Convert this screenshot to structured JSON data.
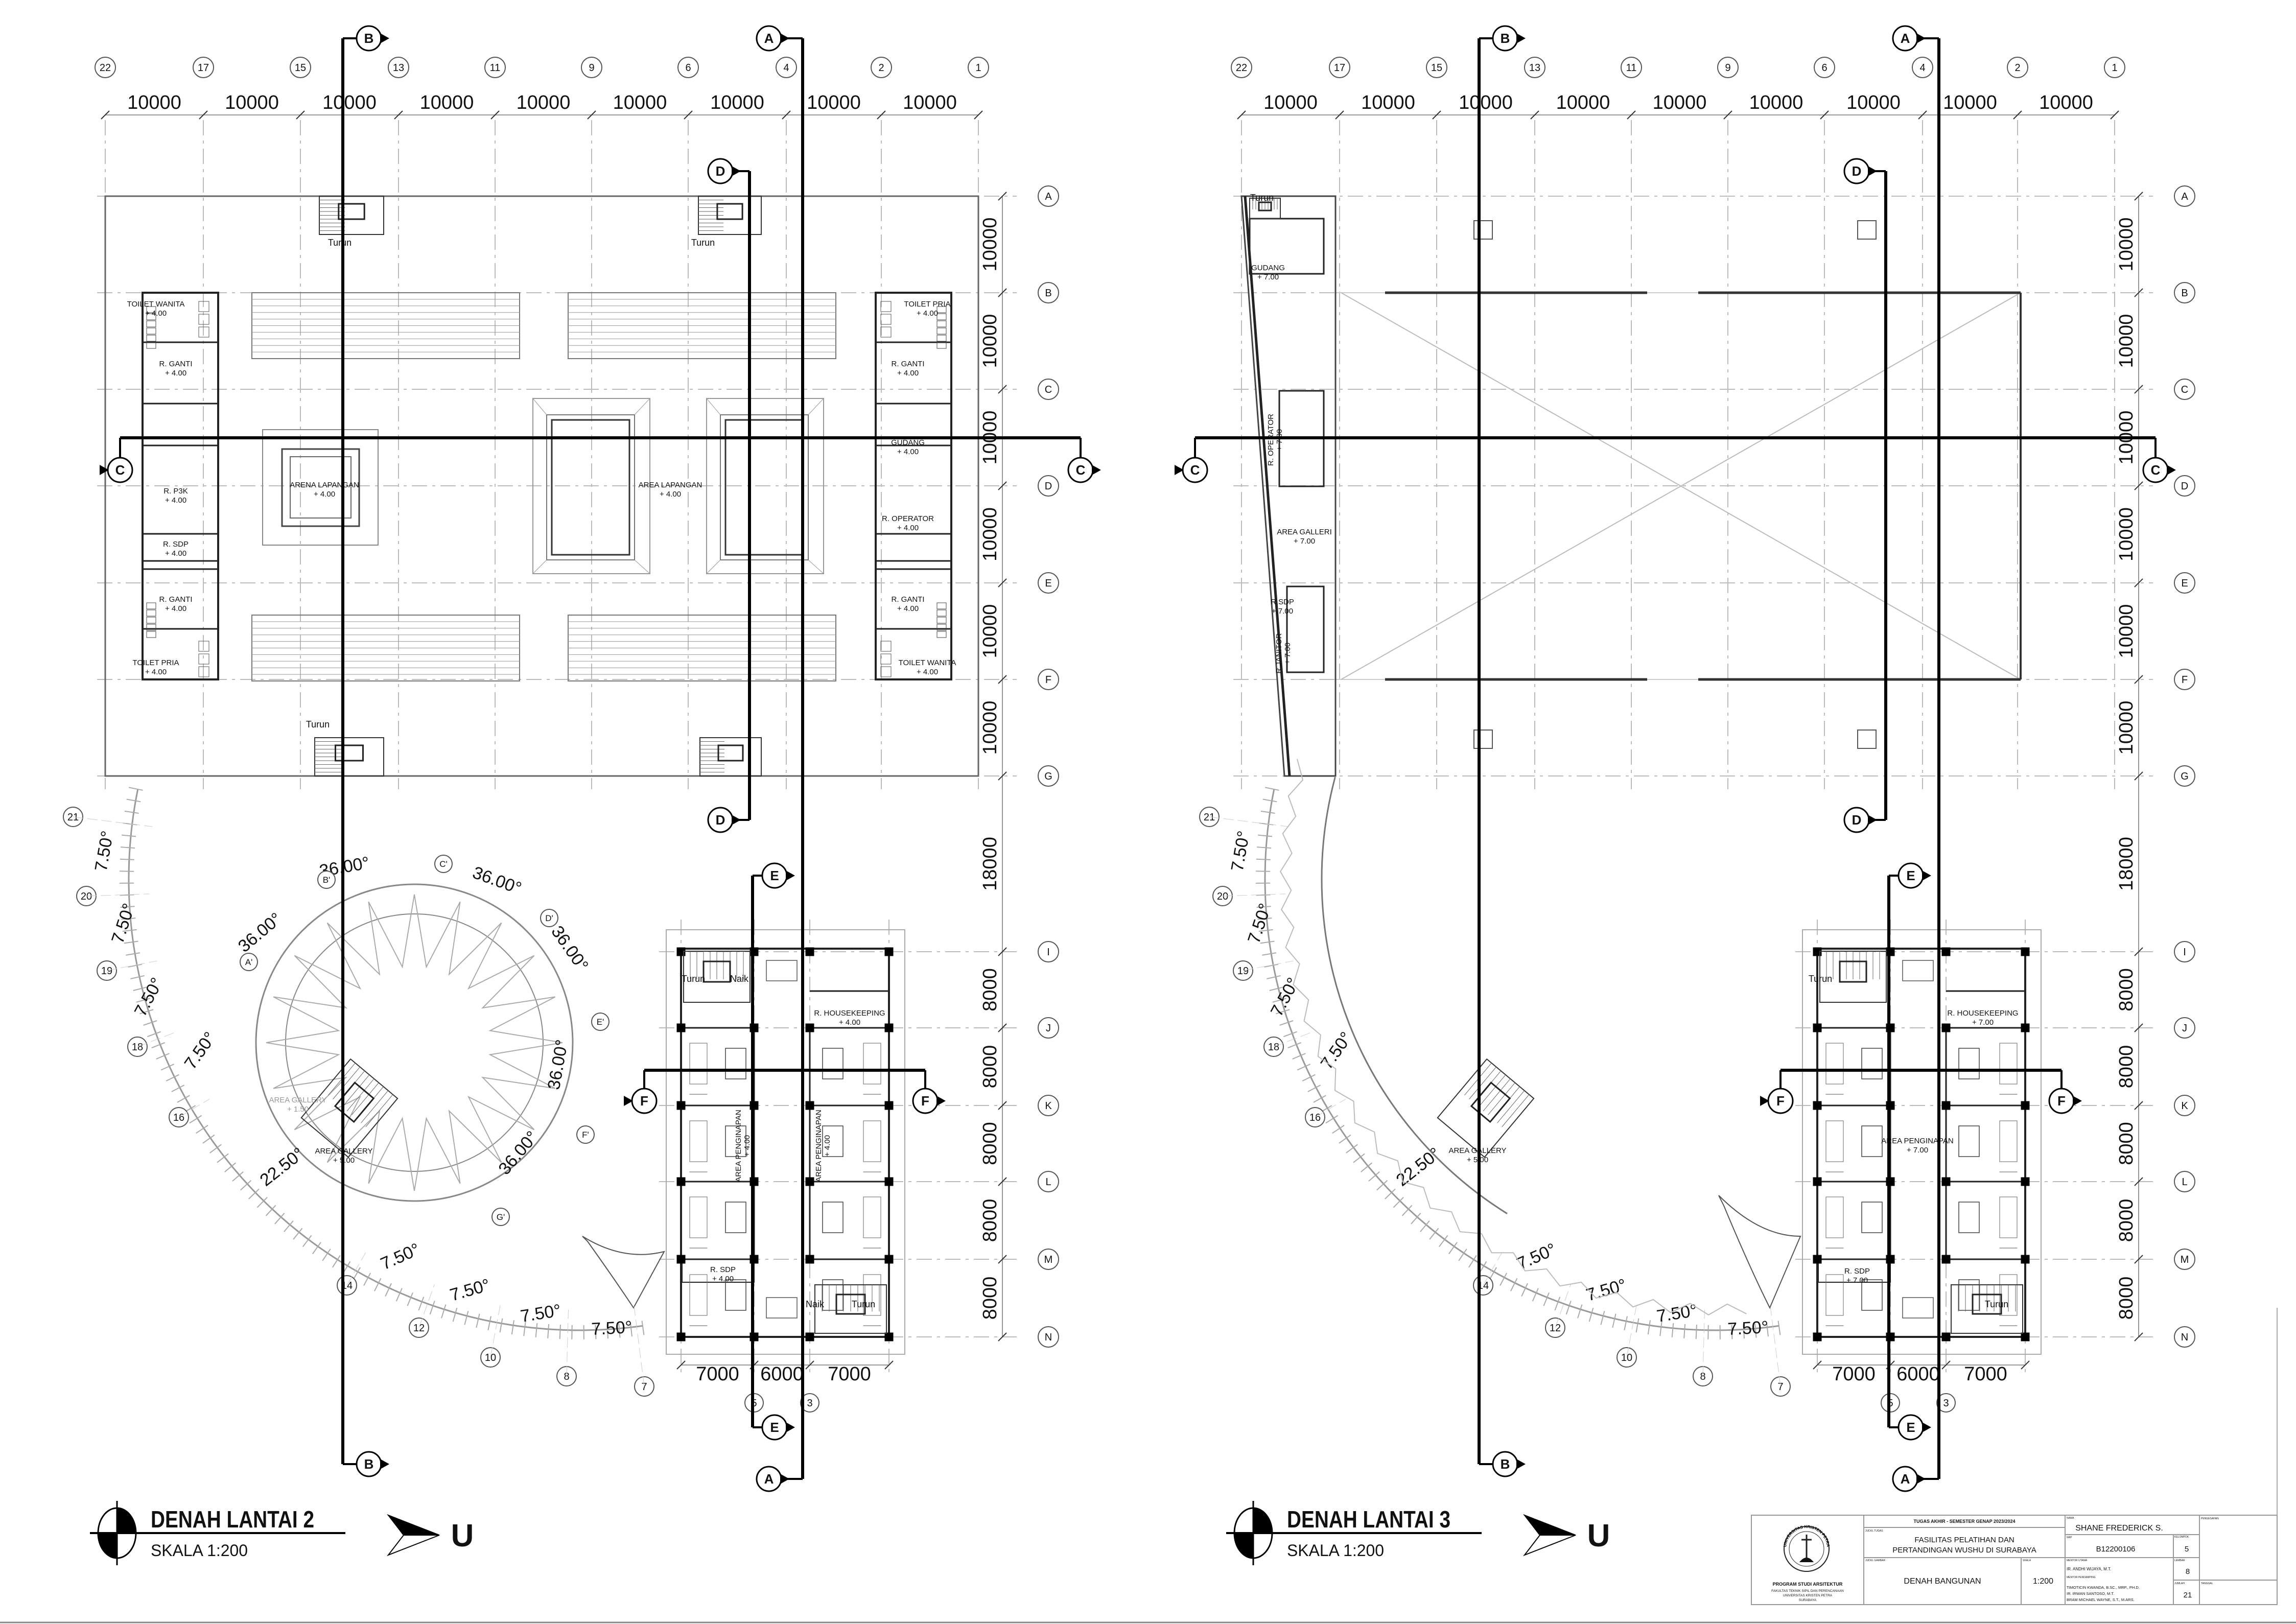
{
  "plans": [
    {
      "title": "DENAH LANTAI 2",
      "scale": "SKALA 1:200",
      "north": "U",
      "grid_columns": [
        "22",
        "17",
        "15",
        "13",
        "11",
        "9",
        "6",
        "4",
        "2",
        "1"
      ],
      "column_dims": [
        "10000",
        "10000",
        "10000",
        "10000",
        "10000",
        "10000",
        "10000",
        "10000",
        "10000"
      ],
      "grid_rows": [
        "A",
        "B",
        "C",
        "D",
        "E",
        "F",
        "G",
        "I",
        "J",
        "K",
        "L",
        "M",
        "N"
      ],
      "row_dims": [
        "10000",
        "10000",
        "10000",
        "10000",
        "10000",
        "10000",
        "18000",
        "8000",
        "8000",
        "8000",
        "8000",
        "8000"
      ],
      "guest_columns": [
        "5",
        "3"
      ],
      "guest_dims": [
        "7000",
        "6000",
        "7000"
      ],
      "radial_grid": [
        "21",
        "20",
        "19",
        "18",
        "16",
        "14",
        "12",
        "10",
        "8",
        "7"
      ],
      "angles": [
        "7.50°",
        "7.50°",
        "7.50°",
        "7.50°",
        "22.50°",
        "7.50°",
        "7.50°",
        "7.50°",
        "7.50°"
      ],
      "circle_angles": [
        "36.00°",
        "36.00°",
        "36.00°",
        "36.00°",
        "36.00°",
        "36.00°"
      ],
      "circle_axes": [
        "A'",
        "B'",
        "C'",
        "D'",
        "E'",
        "F'",
        "G'"
      ],
      "sections": [
        "B",
        "A",
        "D",
        "E",
        "C",
        "F"
      ],
      "rooms": [
        {
          "name": "TOILET WANITA",
          "level": "+ 4.00"
        },
        {
          "name": "R. GANTI",
          "level": "+ 4.00"
        },
        {
          "name": "R. P3K",
          "level": "+ 4.00"
        },
        {
          "name": "R. SDP",
          "level": "+ 4.00"
        },
        {
          "name": "R. GANTI",
          "level": "+ 4.00"
        },
        {
          "name": "TOILET PRIA",
          "level": "+ 4.00"
        },
        {
          "name": "TOILET PRIA",
          "level": "+ 4.00"
        },
        {
          "name": "R. GANTI",
          "level": "+ 4.00"
        },
        {
          "name": "GUDANG",
          "level": "+ 4.00"
        },
        {
          "name": "R. OPERATOR",
          "level": "+ 4.00"
        },
        {
          "name": "R. GANTI",
          "level": "+ 4.00"
        },
        {
          "name": "TOILET WANITA",
          "level": "+ 4.00"
        },
        {
          "name": "ARENA LAPANGAN",
          "level": "+ 4.00"
        },
        {
          "name": "AREA LAPANGAN",
          "level": "+ 4.00"
        },
        {
          "name": "R. HOUSEKEEPING",
          "level": "+ 4.00"
        },
        {
          "name": "AREA PENGINAPAN",
          "level": "+ 4.00"
        },
        {
          "name": "AREA PENGINAPAN",
          "level": "+ 4.00"
        },
        {
          "name": "R. SDP",
          "level": "+ 4.00"
        },
        {
          "name": "AREA GALLERY",
          "level": "+ 1.50"
        },
        {
          "name": "AREA GALLERY",
          "level": "+ 5.00"
        }
      ],
      "stair_labels": [
        "Turun",
        "Turun",
        "Turun",
        "Turun",
        "Naik",
        "Naik",
        "Turun"
      ]
    },
    {
      "title": "DENAH LANTAI 3",
      "scale": "SKALA 1:200",
      "north": "U",
      "grid_columns": [
        "22",
        "17",
        "15",
        "13",
        "11",
        "9",
        "6",
        "4",
        "2",
        "1"
      ],
      "column_dims": [
        "10000",
        "10000",
        "10000",
        "10000",
        "10000",
        "10000",
        "10000",
        "10000",
        "10000"
      ],
      "grid_rows": [
        "A",
        "B",
        "C",
        "D",
        "E",
        "F",
        "G",
        "I",
        "J",
        "K",
        "L",
        "M",
        "N"
      ],
      "row_dims": [
        "10000",
        "10000",
        "10000",
        "10000",
        "10000",
        "10000",
        "18000",
        "8000",
        "8000",
        "8000",
        "8000",
        "8000"
      ],
      "guest_columns": [
        "5",
        "3"
      ],
      "guest_dims": [
        "7000",
        "6000",
        "7000"
      ],
      "radial_grid": [
        "21",
        "20",
        "19",
        "18",
        "16",
        "14",
        "12",
        "10",
        "8",
        "7"
      ],
      "angles": [
        "7.50°",
        "7.50°",
        "7.50°",
        "7.50°",
        "22.50°",
        "7.50°",
        "7.50°",
        "7.50°",
        "7.50°"
      ],
      "sections": [
        "B",
        "A",
        "D",
        "E",
        "C",
        "F"
      ],
      "rooms": [
        {
          "name": "GUDANG",
          "level": "+ 7.00"
        },
        {
          "name": "R. OPERATOR",
          "level": "+ 7.00"
        },
        {
          "name": "AREA GALLERI",
          "level": "+ 7.00"
        },
        {
          "name": "R.SDP",
          "level": "+ 7.00"
        },
        {
          "name": "R.JANITOR",
          "level": "+ 7.00"
        },
        {
          "name": "R. HOUSEKEEPING",
          "level": "+ 7.00"
        },
        {
          "name": "AREA PENGINAPAN",
          "level": "+ 7.00"
        },
        {
          "name": "R. SDP",
          "level": "+ 7.00"
        },
        {
          "name": "AREA GALLERY",
          "level": "+ 5.00"
        }
      ],
      "stair_labels": [
        "Turun",
        "Turun",
        "Turun"
      ]
    }
  ],
  "title_block": {
    "header": "TUGAS AKHIR - SEMESTER GENAP 2023/2024",
    "judul_tugas_label": "JUDUL TUGAS",
    "judul_tugas": [
      "FASILITAS PELATIHAN DAN",
      "PERTANDINGAN WUSHU DI SURABAYA"
    ],
    "judul_gambar_label": "JUDUL GAMBAR",
    "judul_gambar": "DENAH BANGUNAN",
    "skala_label": "SKALA",
    "skala": "1:200",
    "nama_label": "NAMA",
    "nama": "SHANE FREDERICK S.",
    "nrp_label": "NRP",
    "nrp": "B12200106",
    "kelompok_label": "KELOMPOK",
    "kelompok": "5",
    "mentor_utama_label": "MENTOR UTAMA",
    "mentor_utama": "IR. ANDHI WIJAYA, M.T.",
    "mentor_pendamping_label": "MENTOR PENDAMPING",
    "mentor_pendamping": [
      "TIMOTICIN KWANDA, B.SC., MRP., PH.D.",
      "IR. IRWAN SANTOSO, M.T.",
      "BRAM MICHAEL WAYNE, S.T., M.ARS."
    ],
    "lembar_label": "LEMBAR",
    "lembar": "8",
    "jumlah_label": "JUMLAH",
    "jumlah": "21",
    "pengesahan_label": "PENGESAHAN",
    "tanggal_label": "TANGGAL",
    "logo_text": "UNIVERSITAS KRISTEN PETRA",
    "program": "PROGRAM STUDI ARSITEKTUR",
    "faculty": [
      "FAKULTAS TEKNIK SIPIL DAN PERENCANAAN",
      "UNIVERSITAS KRISTEN PETRA",
      "SURABAYA"
    ]
  }
}
